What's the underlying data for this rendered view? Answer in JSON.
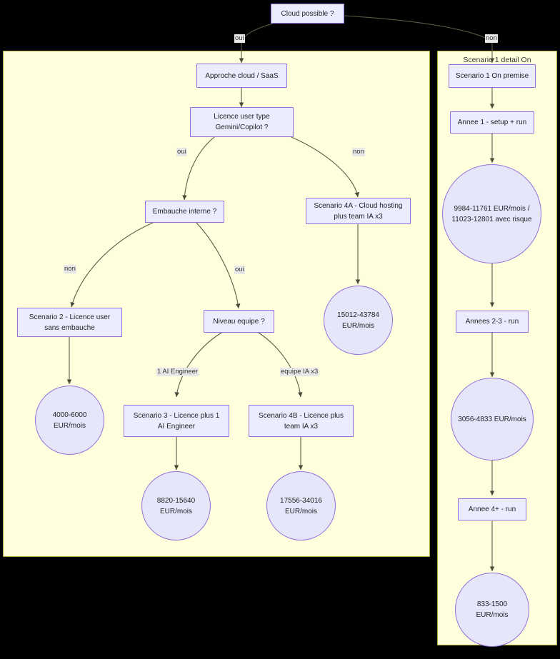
{
  "diagram": {
    "type": "flowchart",
    "direction": "top-down",
    "background_color": "#000000",
    "node_fill": "#ececff",
    "node_border": "#9370db",
    "subgraph_fill": "#ffffde",
    "subgraph_border": "#aaaa33",
    "edge_color": "#5a5a46"
  },
  "root": {
    "label": "Cloud possible ?"
  },
  "subgraphs": {
    "left": {
      "title": ""
    },
    "right": {
      "title": "Scenario 1 detail On"
    }
  },
  "nodes": {
    "cloud_possible": "Cloud possible ?",
    "approche_cloud": "Approche cloud / SaaS",
    "licence_user_type_l1": "Licence user type",
    "licence_user_type_l2": "Gemini/Copilot ?",
    "embauche_interne": "Embauche interne ?",
    "scenario_4a_l1": "Scenario 4A - Cloud hosting",
    "scenario_4a_l2": "plus team IA x3",
    "scenario_2_l1": "Scenario 2 - Licence user",
    "scenario_2_l2": "sans embauche",
    "niveau_equipe": "Niveau equipe ?",
    "cost_15012": "15012-43784 EUR/mois",
    "cost_4000": "4000-6000 EUR/mois",
    "scenario_3_l1": "Scenario 3 - Licence plus 1",
    "scenario_3_l2": "AI Engineer",
    "scenario_4b_l1": "Scenario 4B - Licence plus",
    "scenario_4b_l2": "team IA x3",
    "cost_8820": "8820-15640 EUR/mois",
    "cost_17556": "17556-34016 EUR/mois",
    "scenario_1_on_premise": "Scenario 1 On premise",
    "annee_1": "Annee 1 - setup + run",
    "cost_9984_l1": "9984-11761 EUR/mois /",
    "cost_9984_l2": "11023-12801 avec risque",
    "annees_2_3": "Annees 2-3 - run",
    "cost_3056": "3056-4833 EUR/mois",
    "annee_4plus": "Annee 4+ - run",
    "cost_833": "833-1500 EUR/mois"
  },
  "edge_labels": {
    "root_oui": "oui",
    "root_non": "non",
    "licence_oui": "oui",
    "licence_non": "non",
    "embauche_non": "non",
    "embauche_oui": "oui",
    "niveau_1ai": "1 AI Engineer",
    "niveau_team": "equipe IA x3"
  }
}
